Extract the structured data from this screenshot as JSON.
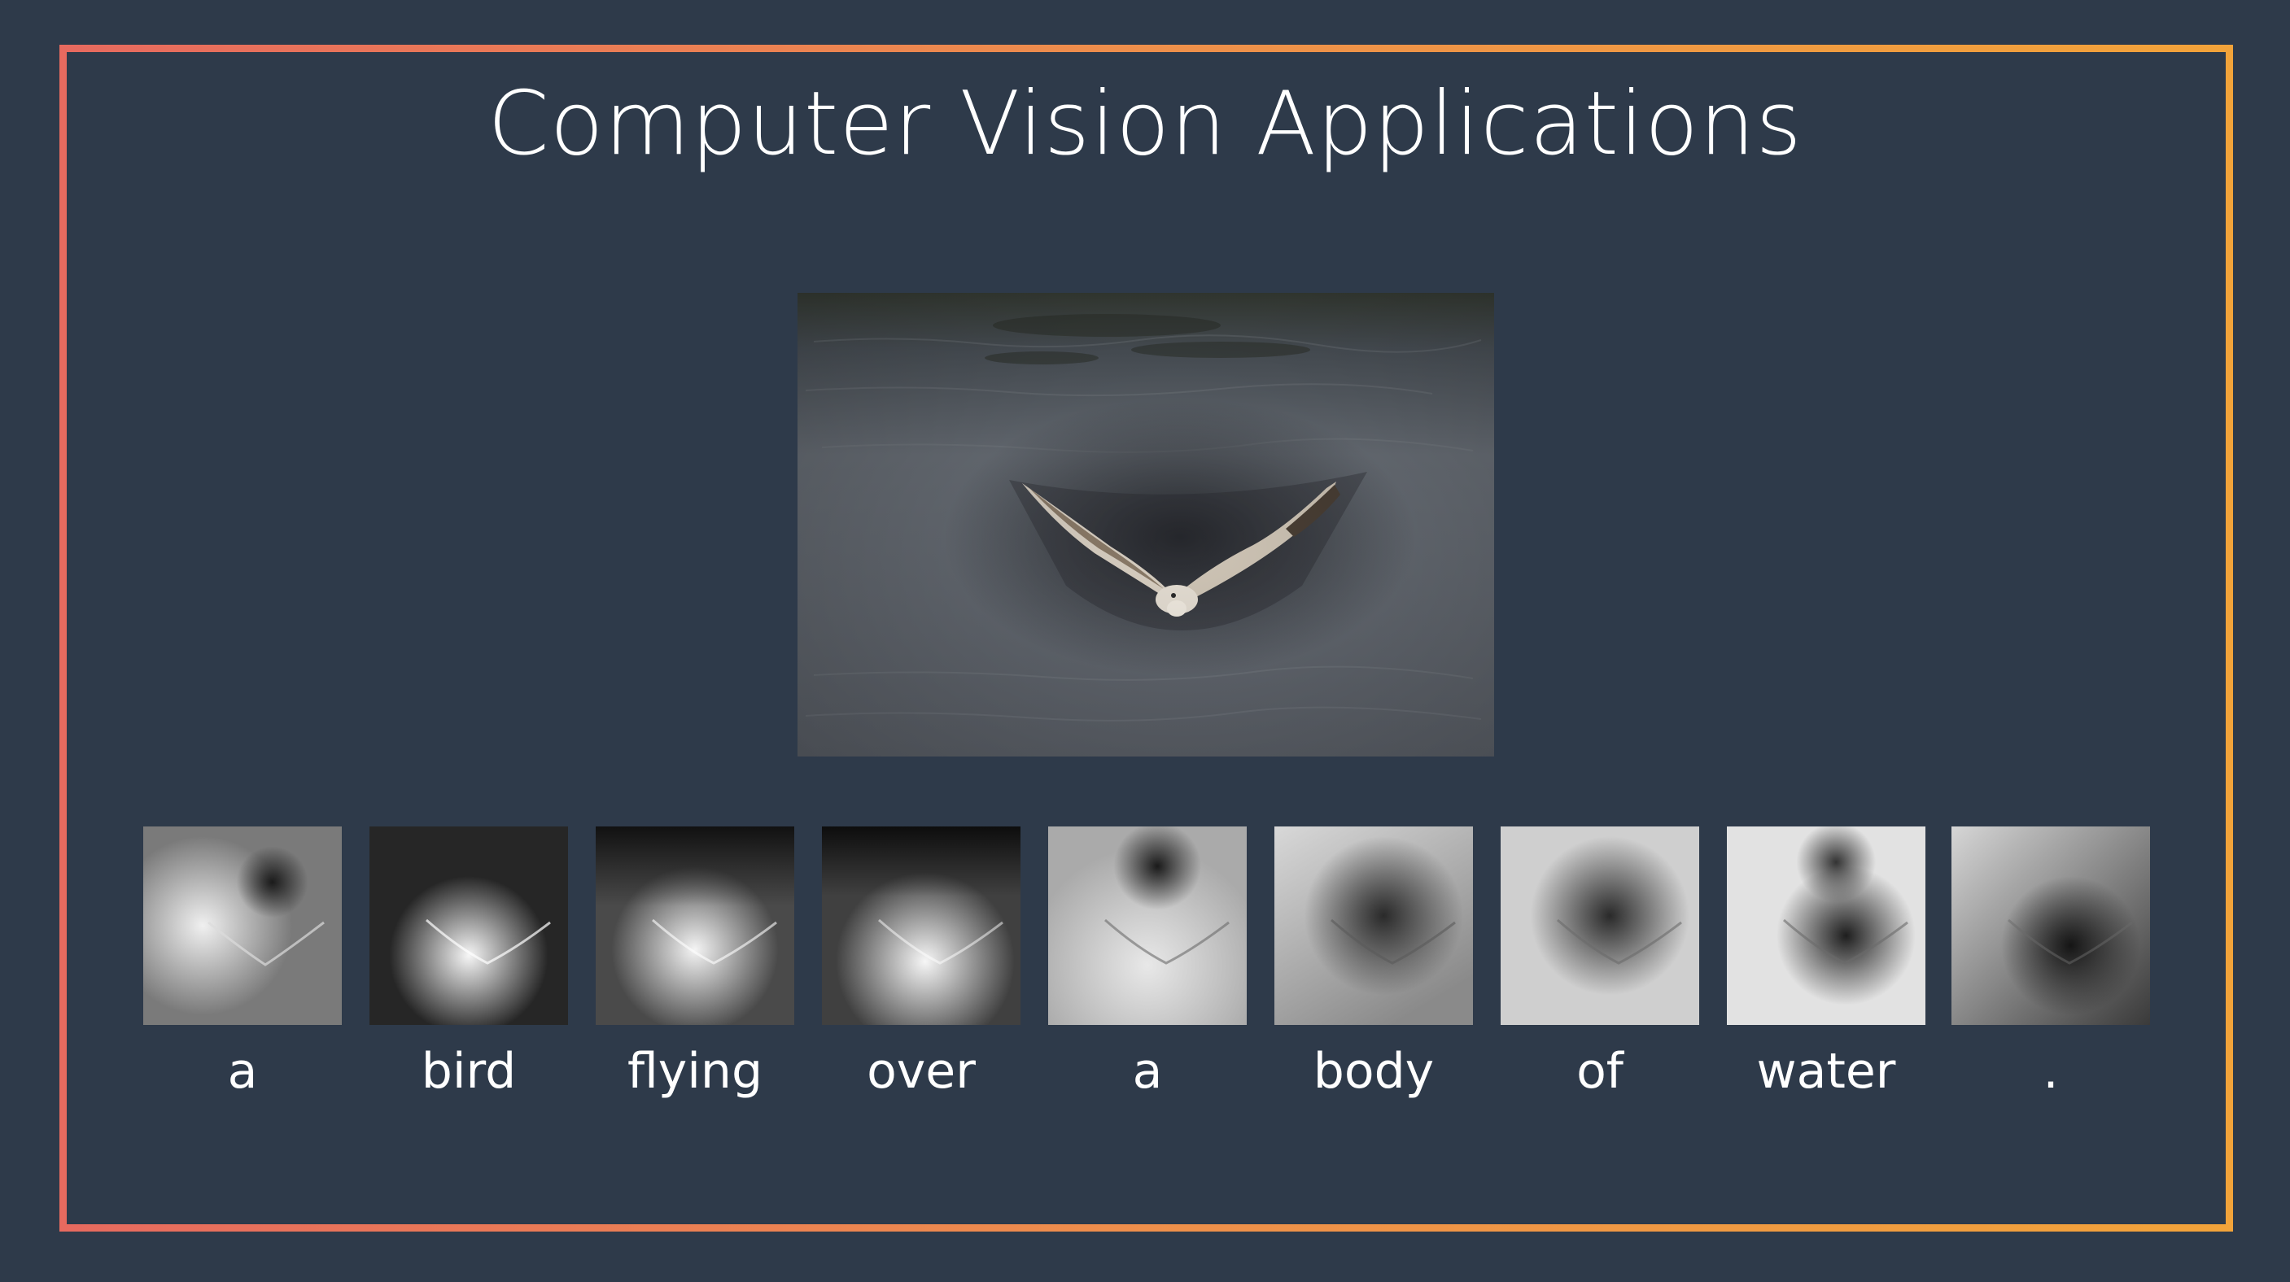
{
  "slide": {
    "title": "Computer Vision Applications",
    "frame_gradient": [
      "#e76a5f",
      "#f2a33a"
    ],
    "background": "#2e3a4a"
  },
  "photo": {
    "subject": "bird-flying-over-water",
    "attention_on": "bird"
  },
  "caption_words": [
    {
      "word": "a",
      "attention": "bird-wings-and-left-region"
    },
    {
      "word": "bird",
      "attention": "bird"
    },
    {
      "word": "flying",
      "attention": "bird-and-below"
    },
    {
      "word": "over",
      "attention": "below-bird"
    },
    {
      "word": "a",
      "attention": "broad-water"
    },
    {
      "word": "body",
      "attention": "surrounding-water"
    },
    {
      "word": "of",
      "attention": "surrounding-water"
    },
    {
      "word": "water",
      "attention": "water-not-bird"
    },
    {
      "word": ".",
      "attention": "diffuse"
    }
  ]
}
